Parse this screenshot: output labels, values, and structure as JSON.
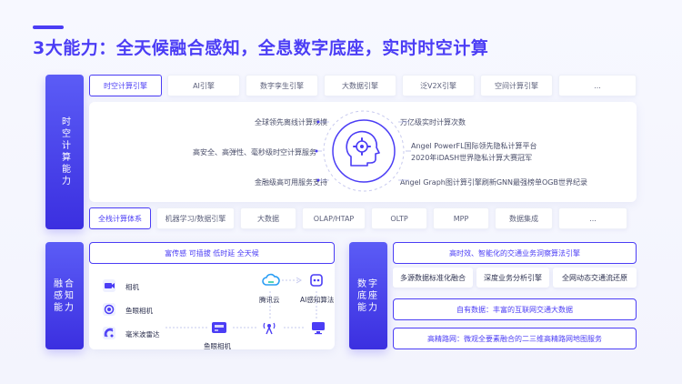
{
  "title": "3大能力：全天候融合感知，全息数字底座，实时时空计算",
  "spacetime": {
    "side_label": "时空计算能力",
    "tabs": [
      {
        "label": "时空计算引擎",
        "active": true
      },
      {
        "label": "AI引擎",
        "active": false
      },
      {
        "label": "数字孪生引擎",
        "active": false
      },
      {
        "label": "大数据引擎",
        "active": false
      },
      {
        "label": "泛V2X引擎",
        "active": false
      },
      {
        "label": "空间计算引擎",
        "active": false
      },
      {
        "label": "...",
        "active": false
      }
    ],
    "left_features": [
      "全球领先离线计算规模",
      "高安全、高弹性、毫秒级时空计算服务",
      "金融级高可用服务支持"
    ],
    "right_features": [
      "万亿级实时计算次数",
      "Angel PowerFL国际领先隐私计算平台",
      "2020年iDASH世界隐私计算大赛冠军",
      "Angel Graph图计算引擎刷新GNN最强榜单OGB世界纪录"
    ],
    "center_icon": "brain-gear-icon",
    "bottom_tabs": [
      {
        "label": "全栈计算体系",
        "active": true
      },
      {
        "label": "机器学习/数据引擎",
        "active": false
      },
      {
        "label": "大数据",
        "active": false
      },
      {
        "label": "OLAP/HTAP",
        "active": false
      },
      {
        "label": "OLTP",
        "active": false
      },
      {
        "label": "MPP",
        "active": false
      },
      {
        "label": "数据集成",
        "active": false
      },
      {
        "label": "...",
        "active": false
      }
    ]
  },
  "fusion": {
    "side_label_lines": [
      "融合",
      "感知",
      "能力"
    ],
    "headline": "富传感 可插拔 低时延 全天候",
    "devices": [
      {
        "label": "相机",
        "icon": "camera-icon"
      },
      {
        "label": "鱼眼相机",
        "icon": "fisheye-camera-icon"
      },
      {
        "label": "毫米波雷达",
        "icon": "radar-icon"
      }
    ],
    "edge_device": {
      "label": "鱼眼相机",
      "icon": "edge-box-icon"
    },
    "cloud": {
      "label": "腾讯云",
      "icon": "cloud-icon"
    },
    "ai": {
      "label": "AI感知算法",
      "icon": "ai-chip-icon"
    },
    "tower_icon": "signal-tower-icon",
    "monitor_icon": "monitor-icon"
  },
  "digital_base": {
    "side_label_lines": [
      "数字",
      "底座",
      "能力"
    ],
    "headline": "高时效、智能化的交通业务洞察算法引擎",
    "chips": [
      "多源数据标准化融合",
      "深度业务分析引擎",
      "全网动态交通流还原"
    ],
    "data_box": "自有数据：丰富的互联网交通大数据",
    "map_box": "高精路网：微观全要素融合的二三维高精路网地图服务"
  },
  "colors": {
    "accent": "#4b3df5",
    "accent_light": "#5b5cf6"
  }
}
